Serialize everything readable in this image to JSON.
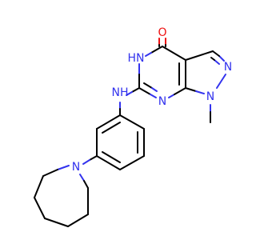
{
  "colors": {
    "background": "#ffffff",
    "bond": "#000000",
    "nitrogen": "#3333ee",
    "oxygen": "#ee1111"
  },
  "atoms": {
    "o1": "O",
    "nh_ring": "HN",
    "n_pyrazole_top": "N",
    "n_pyrazole_methyl": "N",
    "n_pyrimidine_bottom": "N",
    "nh_linker": "NH",
    "n_azepane": "N"
  }
}
